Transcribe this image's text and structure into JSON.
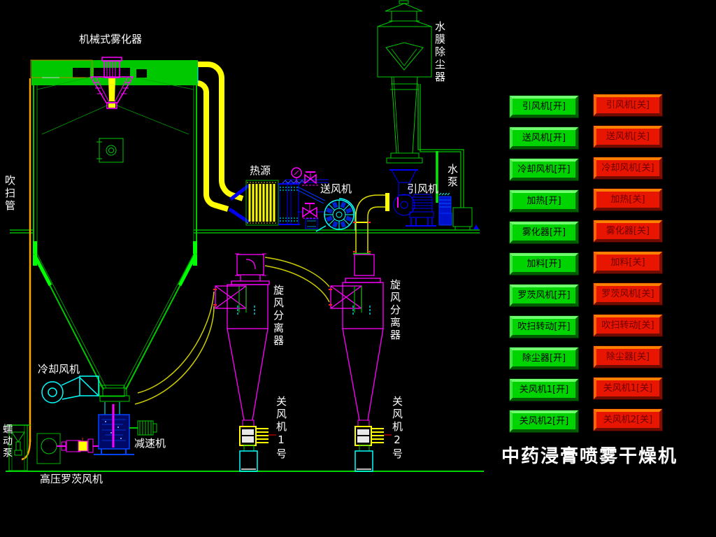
{
  "title": "中药浸膏喷雾干燥机",
  "diagram_labels": {
    "atomizer": "机械式雾化器",
    "purge_pipe": "吹扫管",
    "heat_source": "热源",
    "supply_fan": "送风机",
    "induced_fan": "引风机",
    "water_film_dust_collector": "水膜除尘器",
    "water_pump": "水泵",
    "cyclone_1": "旋风分离器",
    "cyclone_2": "旋风分离器",
    "cooling_fan": "冷却风机",
    "reducer": "减速机",
    "peristaltic_pump": "蠕动泵",
    "roots_blower": "高压罗茨风机",
    "rotary_valve_1": "关风机1号",
    "rotary_valve_2": "关风机2号"
  },
  "buttons": {
    "open": [
      "引风机[开]",
      "送风机[开]",
      "冷却风机[开]",
      "加热[开]",
      "雾化器[开]",
      "加料[开]",
      "罗茨风机[开]",
      "吹扫转动[开]",
      "除尘器[开]",
      "关风机1[开]",
      "关风机2[开]"
    ],
    "close": [
      "引风机[关]",
      "送风机[关]",
      "冷却风机[关]",
      "加热[关]",
      "雾化器[关]",
      "加料[关]",
      "罗茨风机[关]",
      "吹扫转动[关]",
      "除尘器[关]",
      "关风机1[关]",
      "关风机2[关]"
    ]
  },
  "colors": {
    "open_button": "#00D400",
    "close_button": "#E81500",
    "diagram_green": "#00C800",
    "diagram_magenta": "#FF00FF",
    "diagram_yellow": "#FFFF00",
    "diagram_blue": "#0000FF",
    "diagram_cyan": "#00FFFF",
    "diagram_orange": "#FFA500",
    "label_text": "#FFFFFF"
  }
}
